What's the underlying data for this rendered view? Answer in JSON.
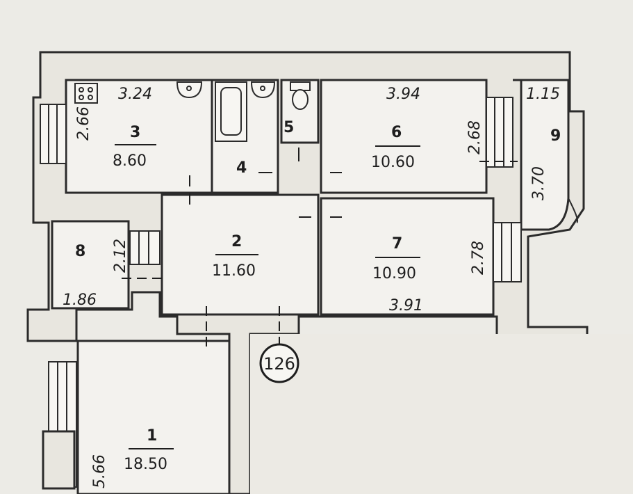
{
  "rooms": {
    "r1": {
      "number": "1",
      "area": "18.50"
    },
    "r2": {
      "number": "2",
      "area": "11.60"
    },
    "r3": {
      "number": "3",
      "area": "8.60"
    },
    "r4": {
      "number": "4"
    },
    "r5": {
      "number": "5"
    },
    "r6": {
      "number": "6",
      "area": "10.60"
    },
    "r7": {
      "number": "7",
      "area": "10.90"
    },
    "r8": {
      "number": "8"
    },
    "r9": {
      "number": "9"
    }
  },
  "dimensions": {
    "r3_width": "3.24",
    "r3_height": "2.66",
    "r6_width": "3.94",
    "r6_height": "2.68",
    "r9_width": "1.15",
    "r9_height": "3.70",
    "r8_height": "2.12",
    "r8_width": "1.86",
    "r7_height": "2.78",
    "r7_width": "3.91",
    "r1_height": "5.66"
  },
  "apartment_number": "126",
  "colors": {
    "paper": "#ecebe6",
    "ink": "#2b2b2b"
  }
}
